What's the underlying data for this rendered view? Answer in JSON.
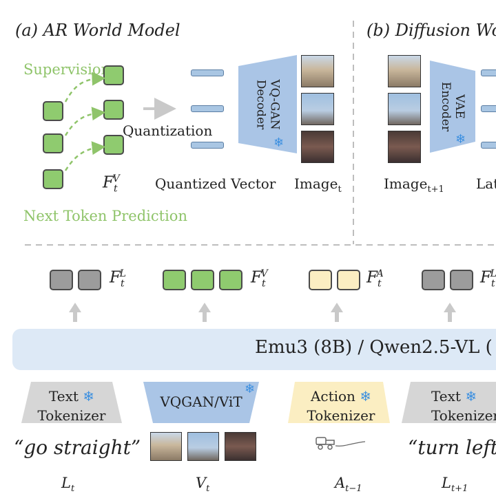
{
  "panel_a": {
    "title": "(a) AR World Model",
    "supervision": "Supervision",
    "next_token": "Next Token Prediction",
    "feature_label": "F",
    "feature_sub": "t",
    "feature_sup": "V",
    "quantization": "Quantization",
    "decoder_line1": "VQ-GAN",
    "decoder_line2": "Decoder",
    "quantized_vector": "Quantized Vector",
    "image_label": "Image",
    "image_sub": "t"
  },
  "panel_b": {
    "title": "(b) Diffusion Wo",
    "encoder_line1": "VAE",
    "encoder_line2": "Encoder",
    "image_label": "Image",
    "image_sub": "t+1",
    "latent_cut": "Lat"
  },
  "tokens": [
    {
      "sup": "L",
      "sub": "t"
    },
    {
      "sup": "V",
      "sub": "t"
    },
    {
      "sup": "A",
      "sub": "t"
    },
    {
      "sup": "L",
      "sub": "t"
    }
  ],
  "backbone": "Emu3 (8B) / Qwen2.5-VL (",
  "tokenizers": {
    "text1_line1": "Text",
    "text1_line2": "Tokenizer",
    "vqgan": "VQGAN/ViT",
    "action_line1": "Action",
    "action_line2": "Tokenizer",
    "text2_line1": "Text",
    "text2_line2": "Tokenizer"
  },
  "inputs": {
    "go_straight": "“go straight”",
    "turn_left": "“turn left”"
  },
  "bottom_labels": [
    {
      "main": "L",
      "sub": "t"
    },
    {
      "main": "V",
      "sub": "t"
    },
    {
      "main": "A",
      "sub": "t−1"
    },
    {
      "main": "L",
      "sub": "t+1"
    }
  ],
  "colors": {
    "green": "#8fcb6f",
    "gray": "#9c9c9c",
    "beige": "#fbeec2",
    "blue_band": "#dde9f6",
    "snowflake": "#3b8fe0"
  }
}
